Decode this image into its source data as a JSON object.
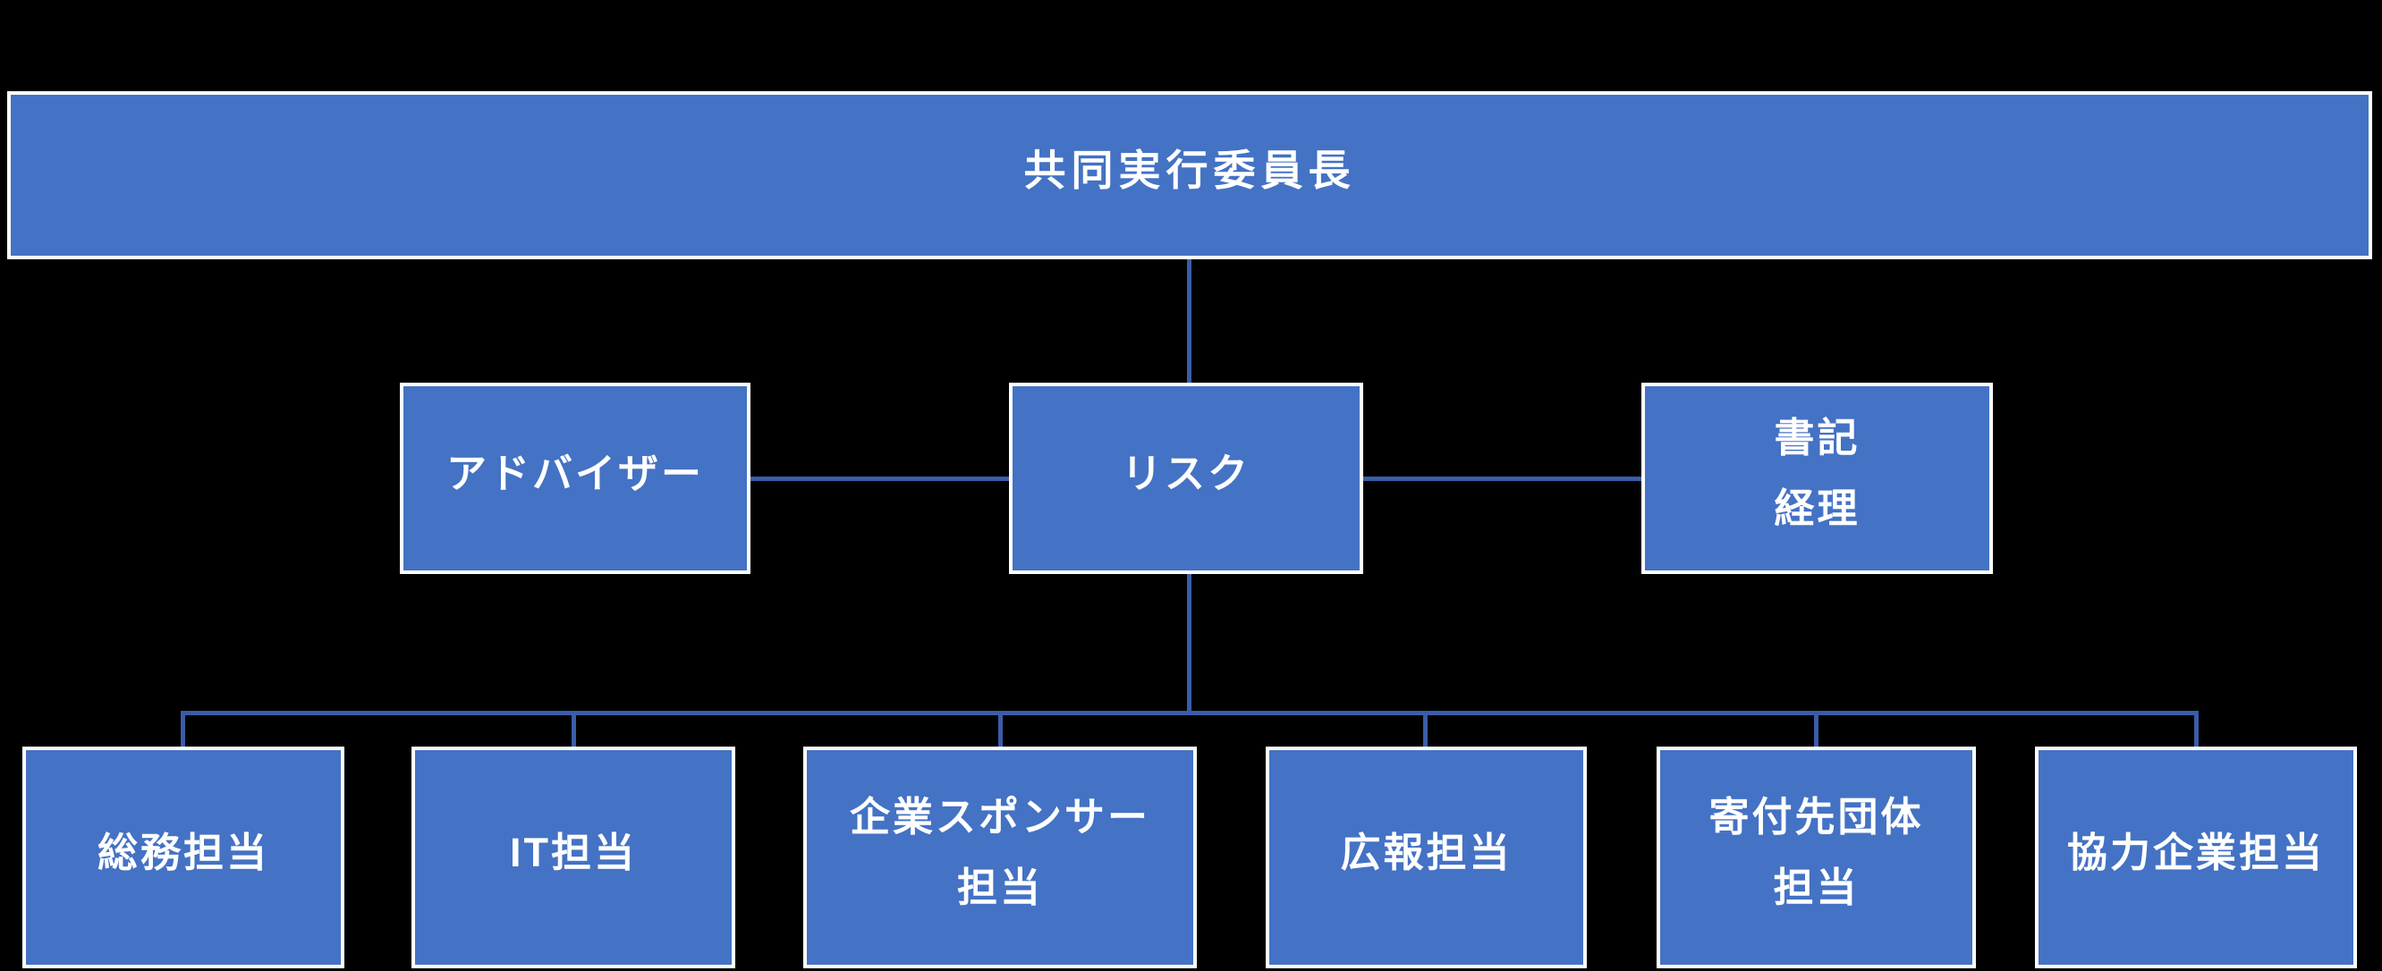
{
  "org_chart": {
    "colors": {
      "background": "#000000",
      "node_fill": "#4472C4",
      "node_border": "#FFFFFF",
      "connector": "#3A5DA9",
      "text": "#FFFFFF"
    },
    "nodes": {
      "root": {
        "label": "共同実行委員長"
      },
      "advisor": {
        "label": "アドバイザー"
      },
      "risk": {
        "label": "リスク"
      },
      "secretary_accounting": {
        "line1": "書記",
        "line2": "経理"
      },
      "general_affairs": {
        "label": "総務担当"
      },
      "it": {
        "label": "IT担当"
      },
      "corporate_sponsor": {
        "line1": "企業スポンサー",
        "line2": "担当"
      },
      "public_relations": {
        "label": "広報担当"
      },
      "donation_recipients": {
        "line1": "寄付先団体",
        "line2": "担当"
      },
      "partner_companies": {
        "label": "協力企業担当"
      }
    }
  }
}
